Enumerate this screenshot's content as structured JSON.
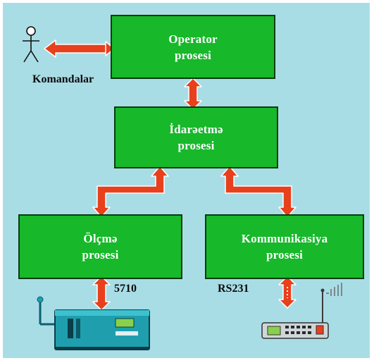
{
  "diagram": {
    "operator_box": {
      "label": "Operator\nprosesi"
    },
    "control_box": {
      "label": "İdarəetmə\nprosesi"
    },
    "measurement_box": {
      "label": "Ölçmə\nprosesi"
    },
    "communication_box": {
      "label": "Kommunikasiya\nprosesi"
    },
    "commands_label": "Komandalar",
    "measurement_interface_label": "5710",
    "communication_interface_label": "RS231"
  },
  "colors": {
    "background": "#a9dde6",
    "process_box": "#17b82a",
    "box_border": "#083d0c",
    "box_text": "#ffffff",
    "arrow_fill": "#e8401c",
    "arrow_outline": "#ffffff",
    "device_body": "#1f9fae",
    "device_screen": "#8ad14a"
  }
}
